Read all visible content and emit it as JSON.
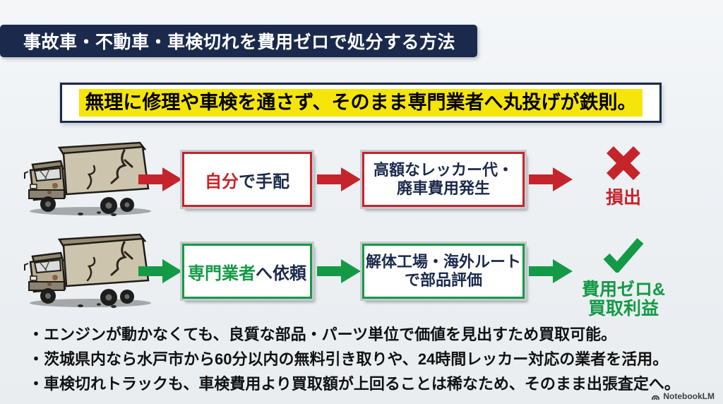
{
  "header": {
    "title": "事故車・不動車・車検切れを費用ゼロで処分する方法"
  },
  "headline": {
    "text": "無理に修理や車検を通さず、そのまま専門業者へ丸投げが鉄則。"
  },
  "flow": {
    "rows": [
      {
        "name": "self-arrange-path",
        "step1_highlight": "自分",
        "step1_rest": "で手配",
        "step2_line1": "高額なレッカー代・",
        "step2_line2": "廃車費用発生",
        "result_icon": "cross-icon",
        "result_line1": "損出",
        "result_line2": ""
      },
      {
        "name": "specialist-path",
        "step1_highlight": "専門業者",
        "step1_rest": "へ依頼",
        "step2_line1": "解体工場・海外ルート",
        "step2_line2": "で部品評価",
        "result_icon": "check-icon",
        "result_line1": "費用ゼロ&",
        "result_line2": "買取利益"
      }
    ]
  },
  "bullets": [
    "・エンジンが動かなくても、良質な部品・パーツ単位で価値を見出すため買取可能。",
    "・茨城県内なら水戸市から60分以内の無料引き取りや、24時間レッカー対応の業者を活用。",
    "・車検切れトラックも、車検費用より買取額が上回ることは稀なため、そのまま出張査定へ。"
  ],
  "watermark": {
    "label": "NotebookLM"
  },
  "colors": {
    "navy": "#1b2a4c",
    "red": "#c5242b",
    "green": "#149a46",
    "yellow": "#f6e50a",
    "background": "#eef1f4",
    "ink": "#111111"
  }
}
